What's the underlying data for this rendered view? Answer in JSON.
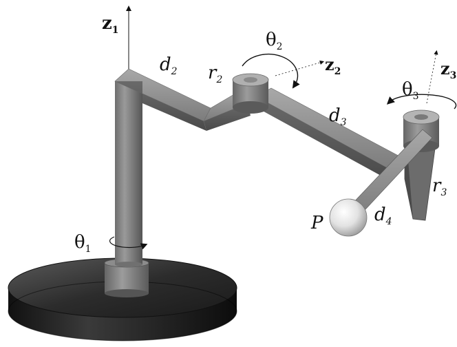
{
  "figure": {
    "axes": {
      "z1": {
        "base": "z",
        "sub": "1"
      },
      "z2": {
        "base": "z",
        "sub": "2"
      },
      "z3": {
        "base": "z",
        "sub": "3"
      }
    },
    "angles": {
      "theta1": {
        "base": "θ",
        "sub": "1"
      },
      "theta2": {
        "base": "θ",
        "sub": "2"
      },
      "theta3": {
        "base": "θ",
        "sub": "3"
      }
    },
    "links": {
      "d2": {
        "base": "d",
        "sub": "2"
      },
      "r2": {
        "base": "r",
        "sub": "2"
      },
      "d3": {
        "base": "d",
        "sub": "3"
      },
      "r3": {
        "base": "r",
        "sub": "3"
      },
      "d4": {
        "base": "d",
        "sub": "4"
      }
    },
    "point_P": "P"
  }
}
